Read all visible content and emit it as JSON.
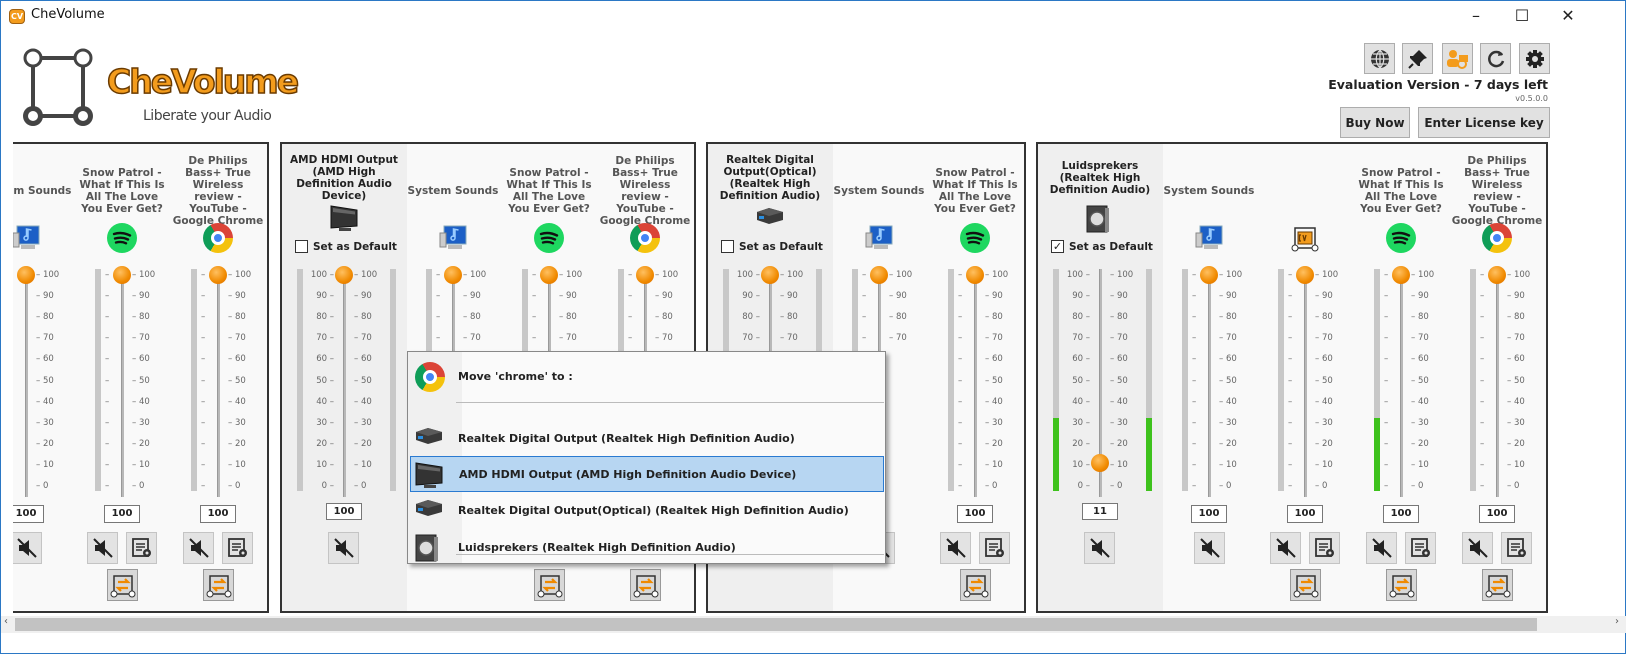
{
  "window": {
    "title": "CheVolume",
    "app_icon": "CV",
    "minimize": "–",
    "maximize": "☐",
    "close": "✕"
  },
  "logo": {
    "name": "CheVolume",
    "tagline": "Liberate your Audio"
  },
  "header": {
    "eval_text": "Evaluation Version - 7 days left",
    "version": "v0.5.0.0",
    "buy_label": "Buy Now",
    "license_label": "Enter License key",
    "toolbar": [
      "globe-icon",
      "pin-icon",
      "users-icon",
      "refresh-icon",
      "gear-icon"
    ]
  },
  "scale_ticks": [
    100,
    90,
    80,
    70,
    60,
    50,
    40,
    30,
    20,
    10,
    0
  ],
  "groups": [
    {
      "device": null,
      "channels": [
        {
          "name": "System Sounds",
          "icon": "system-sounds",
          "volume": 100,
          "level": 0,
          "extra": false
        },
        {
          "name": "Snow Patrol - What If This Is All The Love You Ever Get?",
          "icon": "spotify",
          "volume": 100,
          "level": 0,
          "extra": true
        },
        {
          "name": "De Philips Bass+ True Wireless review - YouTube - Google Chrome",
          "icon": "chrome",
          "volume": 100,
          "level": 0,
          "extra": true
        }
      ]
    },
    {
      "device": {
        "name": "AMD HDMI Output (AMD High Definition Audio Device)",
        "icon": "tv",
        "volume": 100,
        "level": 0,
        "default": false,
        "default_label": "Set as Default"
      },
      "channels": [
        {
          "name": "System Sounds",
          "icon": "system-sounds",
          "volume": 100,
          "level": 0,
          "extra": false
        },
        {
          "name": "Snow Patrol - What If This Is All The Love You Ever Get?",
          "icon": "spotify",
          "volume": 100,
          "level": 0,
          "extra": true
        },
        {
          "name": "De Philips Bass+ True Wireless review - YouTube - Google Chrome",
          "icon": "chrome",
          "volume": 100,
          "level": 0,
          "extra": true
        }
      ]
    },
    {
      "device": {
        "name": "Realtek Digital Output(Optical) (Realtek High Definition Audio)",
        "icon": "receiver",
        "volume": 100,
        "level": 0,
        "default": false,
        "default_label": "Set as Default"
      },
      "channels": [
        {
          "name": "System Sounds",
          "icon": "system-sounds",
          "volume": 100,
          "level": 0,
          "extra": false
        },
        {
          "name": "Snow Patrol - What If This Is All The Love You Ever Get?",
          "icon": "spotify",
          "volume": 100,
          "level": 0,
          "extra": true
        }
      ]
    },
    {
      "device": {
        "name": "Luidsprekers (Realtek High Definition Audio)",
        "icon": "speaker",
        "volume": 11,
        "level": 33,
        "default": true,
        "default_label": "Set as Default"
      },
      "channels": [
        {
          "name": "System Sounds",
          "icon": "system-sounds",
          "volume": 100,
          "level": 0,
          "extra": false
        },
        {
          "name": "",
          "icon": "chevolume",
          "volume": 100,
          "level": 0,
          "extra": true
        },
        {
          "name": "Snow Patrol - What If This Is All The Love You Ever Get?",
          "icon": "spotify",
          "volume": 100,
          "level": 33,
          "extra": true
        },
        {
          "name": "De Philips Bass+ True Wireless review - YouTube - Google Chrome",
          "icon": "chrome",
          "volume": 100,
          "level": 0,
          "extra": true
        }
      ]
    }
  ],
  "context_menu": {
    "header": "Move 'chrome' to  :",
    "header_icon": "chrome",
    "items": [
      {
        "label": "Realtek Digital Output (Realtek High Definition Audio)",
        "icon": "receiver",
        "selected": false
      },
      {
        "label": "AMD HDMI Output (AMD High Definition Audio Device)",
        "icon": "tv",
        "selected": true
      },
      {
        "label": "Realtek Digital Output(Optical) (Realtek High Definition Audio)",
        "icon": "receiver",
        "selected": false
      },
      {
        "label": "Luidsprekers (Realtek High Definition Audio)",
        "icon": "speaker",
        "selected": false
      }
    ]
  },
  "colors": {
    "accent": "#f08a00",
    "meter_green": "#3ec21c",
    "selection": "#b7d6f2"
  }
}
